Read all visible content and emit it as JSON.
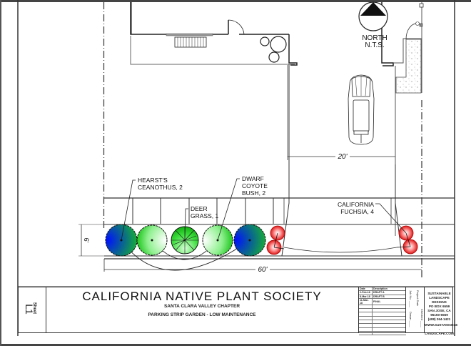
{
  "drawing": {
    "north_arrow": {
      "label": "NORTH",
      "scale_note": "N.T.S."
    },
    "dimensions": {
      "driveway_width": "20'",
      "strip_length": "60'",
      "strip_depth": "6'"
    },
    "plant_callouts": [
      {
        "line1": "HEARST'S",
        "line2": "CEANOTHUS, 2",
        "line3": ""
      },
      {
        "line1": "DWARF",
        "line2": "COYOTE",
        "line3": "BUSH, 2"
      },
      {
        "line1": "DEER",
        "line2": "GRASS, 1",
        "line3": ""
      },
      {
        "line1": "CALIFORNIA",
        "line2": "FUCHSIA, 4",
        "line3": ""
      }
    ],
    "colors": {
      "ceanothus": "#0b2fd6",
      "coyote_bush": "#22cc22",
      "deer_grass": "#19c019",
      "fuchsia": "#e02020",
      "line": "#222222"
    }
  },
  "title_block": {
    "sheet_number": "L1",
    "sheet_label": "Sheet",
    "title": "CALIFORNIA NATIVE PLANT SOCIETY",
    "subtitle": "SANTA CLARA VALLEY CHAPTER",
    "project": "PARKING STRIP GARDEN - LOW MAINTENANCE",
    "revisions": {
      "headers": [
        "Date",
        "Description"
      ],
      "rows": [
        [
          "2-Feb-18",
          "DRAFT A"
        ],
        [
          "8-Mar-18",
          "DRAFT B"
        ],
        [
          "11-Mar-18",
          "FINAL"
        ]
      ]
    },
    "meta": {
      "job_no": "Job No. ____",
      "drawn": "Drawn ____",
      "project_date": "Project Date",
      "checked": "Checked ____"
    },
    "firm": {
      "lines": [
        "SUSTAINABLE",
        "LANDSCAPE DESIGNS",
        "PO BOX 6559",
        "SAN JOSE, CA",
        "95150-6559",
        "(408) 264-1421",
        "",
        "WWW.SUSTAINABLE",
        "-LANDSCAPE.COM"
      ]
    }
  }
}
